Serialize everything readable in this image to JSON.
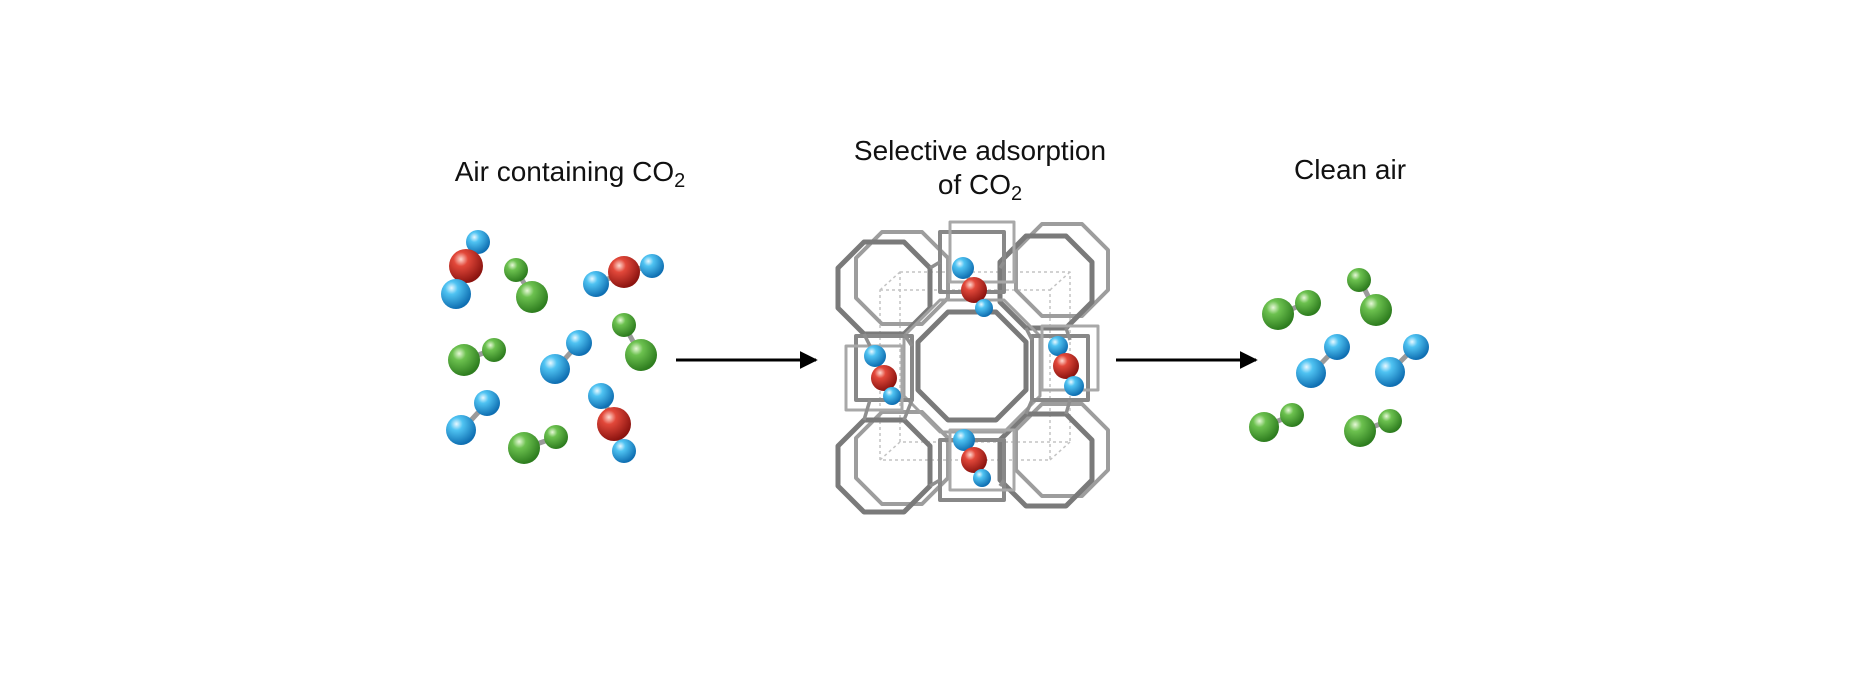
{
  "labels": {
    "input": {
      "text": "Air containing CO",
      "sub": "2"
    },
    "process": {
      "line1": "Selective adsorption",
      "line2": "of CO",
      "sub": "2"
    },
    "output": {
      "text": "Clean air"
    }
  },
  "colors": {
    "oxygen_atom": "#35a8e0",
    "carbon_atom": "#d23a2c",
    "nitrogen_atom": "#5cb040",
    "framework": "#8a8a8a",
    "arrow": "#000000"
  }
}
